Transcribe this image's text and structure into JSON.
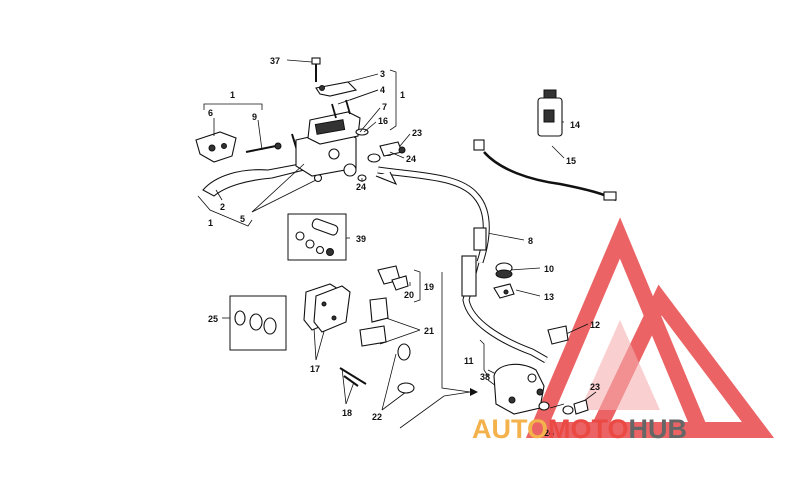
{
  "callouts": [
    {
      "id": "c1a",
      "text": "1"
    },
    {
      "id": "c1b",
      "text": "1"
    },
    {
      "id": "c1c",
      "text": "1"
    },
    {
      "id": "c2",
      "text": "2"
    },
    {
      "id": "c3",
      "text": "3"
    },
    {
      "id": "c4",
      "text": "4"
    },
    {
      "id": "c5",
      "text": "5"
    },
    {
      "id": "c6",
      "text": "6"
    },
    {
      "id": "c7",
      "text": "7"
    },
    {
      "id": "c8",
      "text": "8"
    },
    {
      "id": "c9",
      "text": "9"
    },
    {
      "id": "c10",
      "text": "10"
    },
    {
      "id": "c11",
      "text": "11"
    },
    {
      "id": "c12",
      "text": "12"
    },
    {
      "id": "c13",
      "text": "13"
    },
    {
      "id": "c14",
      "text": "14"
    },
    {
      "id": "c15",
      "text": "15"
    },
    {
      "id": "c16",
      "text": "16"
    },
    {
      "id": "c17",
      "text": "17"
    },
    {
      "id": "c18",
      "text": "18"
    },
    {
      "id": "c19",
      "text": "19"
    },
    {
      "id": "c20",
      "text": "20"
    },
    {
      "id": "c21",
      "text": "21"
    },
    {
      "id": "c22",
      "text": "22"
    },
    {
      "id": "c23a",
      "text": "23"
    },
    {
      "id": "c23b",
      "text": "23"
    },
    {
      "id": "c24a",
      "text": "24"
    },
    {
      "id": "c24b",
      "text": "24"
    },
    {
      "id": "c24c",
      "text": "24"
    },
    {
      "id": "c25",
      "text": "25"
    },
    {
      "id": "c37",
      "text": "37"
    },
    {
      "id": "c38",
      "text": "38"
    },
    {
      "id": "c39",
      "text": "39"
    }
  ],
  "watermark": {
    "part1": "AUTO",
    "part2": "MOTO",
    "part3": "HUB",
    "colors": {
      "auto": "#f4b24c",
      "moto": "#ea4a43",
      "hub": "#666666",
      "logo": "#e8484a"
    }
  }
}
